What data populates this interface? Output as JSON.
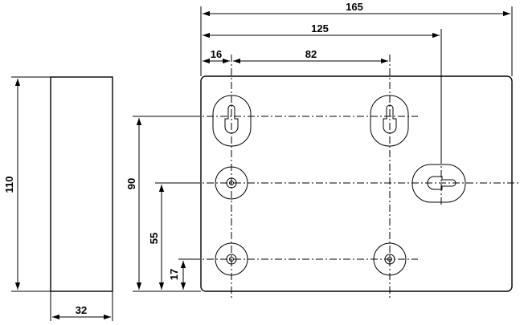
{
  "dimensions": {
    "overall_width": "165",
    "slot_to_hole_distance": "125",
    "left_edge_to_hole": "16",
    "hole_spacing": "82",
    "height": "110",
    "depth": "32",
    "slot_height": "90",
    "middle_hole_height": "55",
    "bottom_hole_height": "17"
  }
}
